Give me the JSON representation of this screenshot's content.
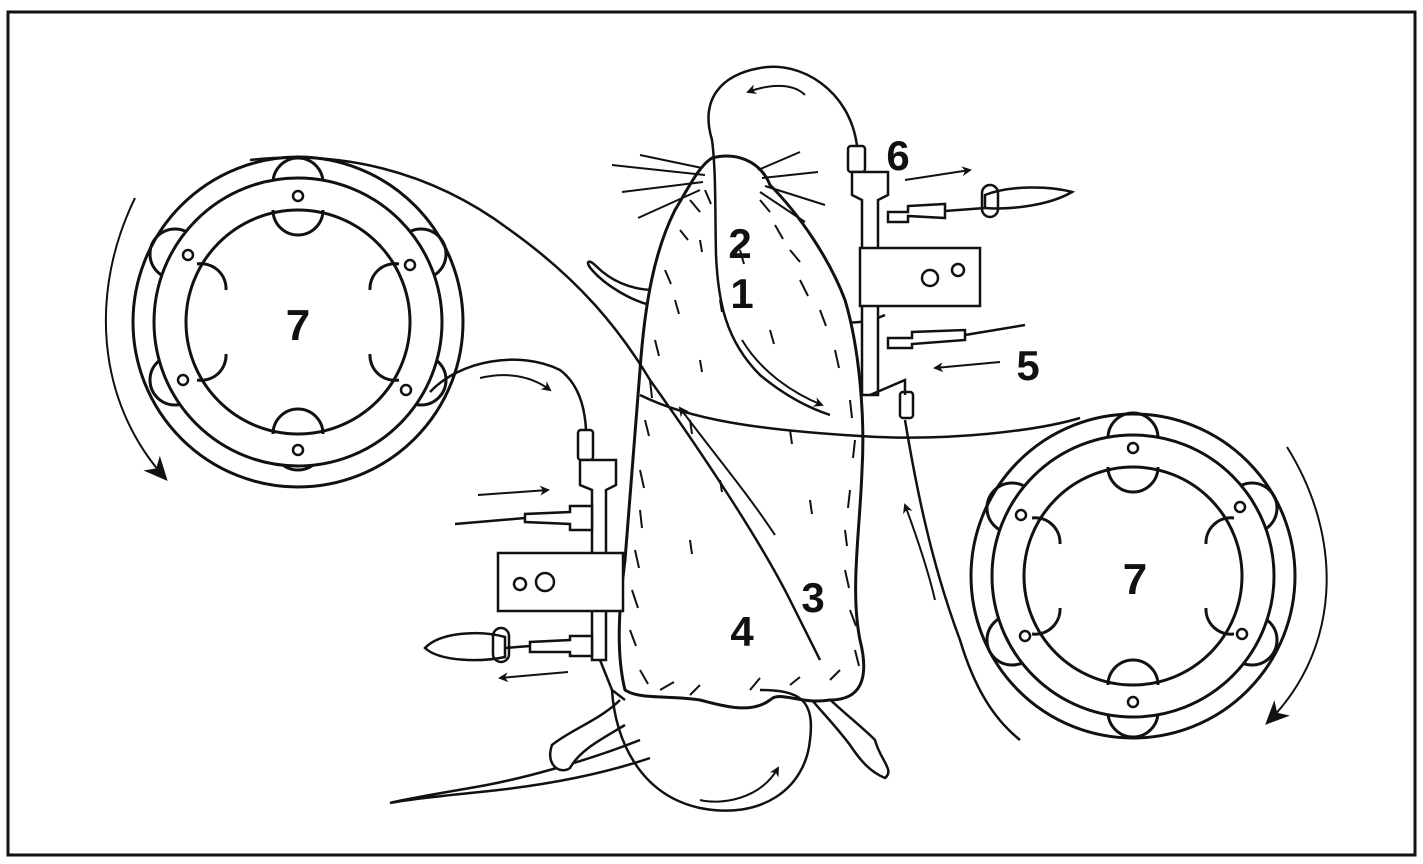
{
  "diagram": {
    "labels": {
      "one": "1",
      "two": "2",
      "three": "3",
      "four": "4",
      "five": "5",
      "six": "6",
      "pump_left": "7",
      "pump_right": "7"
    },
    "colors": {
      "ink": "#111111",
      "background": "#ffffff"
    }
  }
}
